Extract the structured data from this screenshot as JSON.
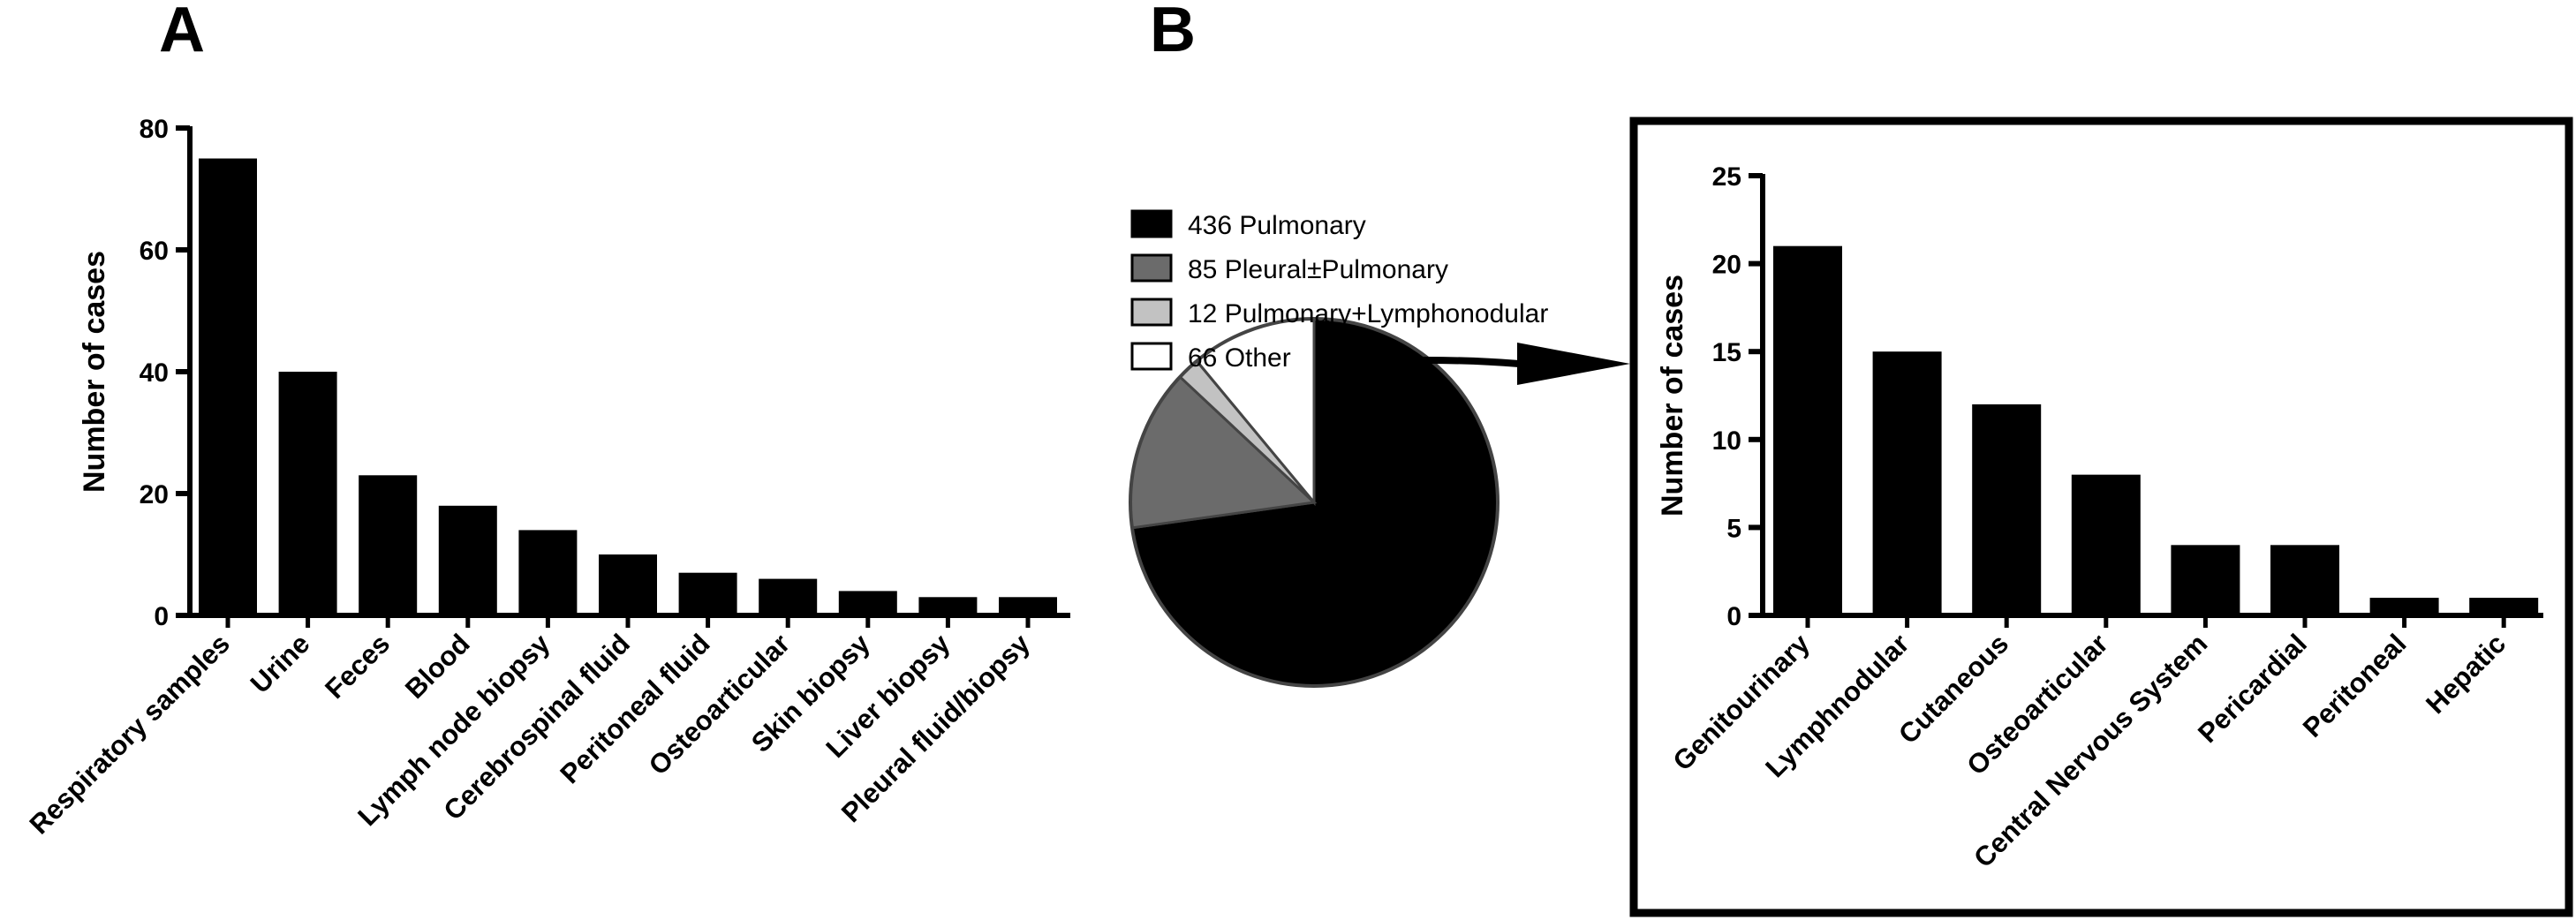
{
  "panels": {
    "a_label": "A",
    "b_label": "B"
  },
  "chart_data": [
    {
      "type": "bar",
      "panel": "A",
      "categories": [
        "Respiratory samples",
        "Urine",
        "Feces",
        "Blood",
        "Lymph node biopsy",
        "Cerebrospinal fluid",
        "Peritoneal fluid",
        "Osteoarticular",
        "Skin biopsy",
        "Liver biopsy",
        "Pleural fluid/biopsy"
      ],
      "values": [
        75,
        40,
        23,
        18,
        14,
        10,
        7,
        6,
        4,
        3,
        3
      ],
      "ylabel": "Number of cases",
      "xlabel": "",
      "ylim": [
        0,
        80
      ],
      "yticks": [
        "0",
        "20",
        "40",
        "60",
        "80"
      ],
      "grid": false,
      "color": "#000000"
    },
    {
      "type": "pie",
      "panel": "B",
      "slices": [
        {
          "label": "436 Pulmonary",
          "value": 436,
          "color": "#000000"
        },
        {
          "label": "85 Pleural±Pulmonary",
          "value": 85,
          "color": "#6b6b6b"
        },
        {
          "label": "12 Pulmonary+Lymphonodular",
          "value": 12,
          "color": "#c2c2c2"
        },
        {
          "label": "66 Other",
          "value": 66,
          "color": "#ffffff"
        }
      ],
      "legend_position": "top-left"
    },
    {
      "type": "bar",
      "panel": "B",
      "categories": [
        "Genitourinary",
        "Lymphnodular",
        "Cutaneous",
        "Osteoarticular",
        "Central Nervous System",
        "Pericardial",
        "Peritoneal",
        "Hepatic"
      ],
      "values": [
        21,
        15,
        12,
        8,
        4,
        4,
        1,
        1
      ],
      "ylabel": "Number of cases",
      "xlabel": "",
      "ylim": [
        0,
        25
      ],
      "yticks": [
        "0",
        "5",
        "10",
        "15",
        "20",
        "25"
      ],
      "grid": false,
      "color": "#000000"
    }
  ]
}
